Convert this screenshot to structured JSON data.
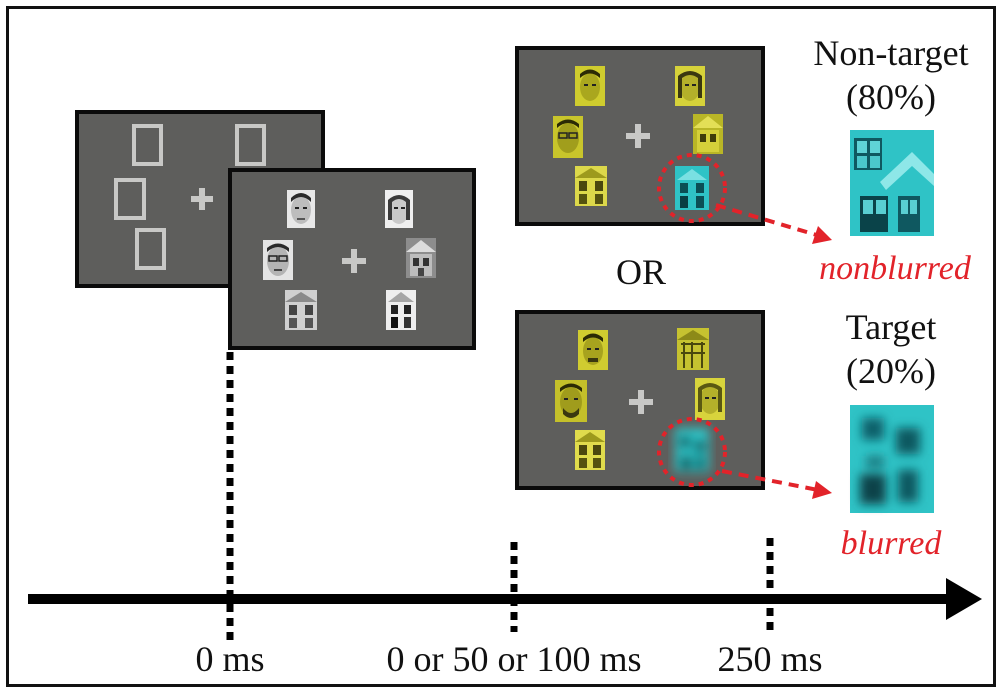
{
  "labels": {
    "nontarget": "Non-target",
    "nontarget_pct": "(80%)",
    "nonblurred": "nonblurred",
    "or": "OR",
    "target": "Target",
    "target_pct": "(20%)",
    "blurred": "blurred"
  },
  "timeline": {
    "t0": "0 ms",
    "t1": "0 or 50 or 100 ms",
    "t2": "250 ms"
  },
  "colors": {
    "screen": "#5e5e5c",
    "highlight": "#e2232a",
    "probe": "#2fc3c6",
    "yellow_tint": "#d6d23a"
  }
}
